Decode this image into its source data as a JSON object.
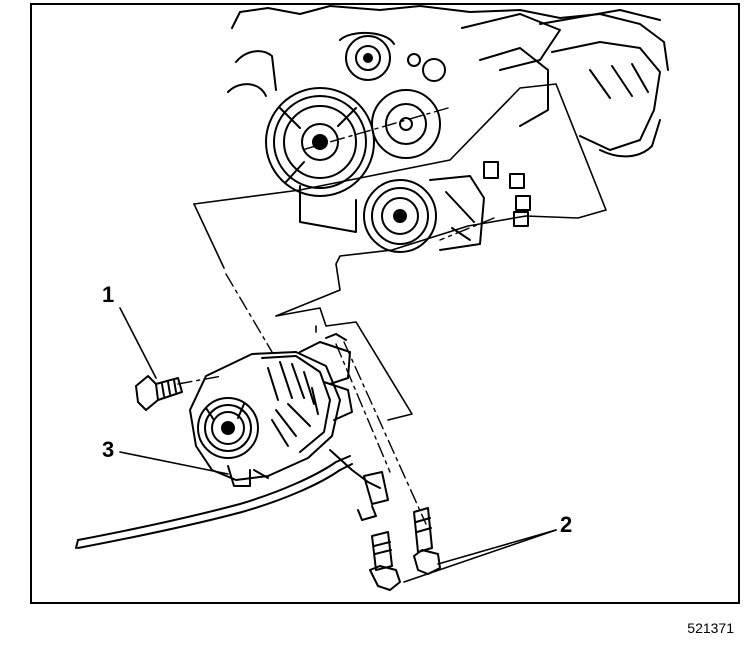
{
  "callouts": {
    "c1": "1",
    "c2": "2",
    "c3": "3"
  },
  "figure_id": "521371"
}
